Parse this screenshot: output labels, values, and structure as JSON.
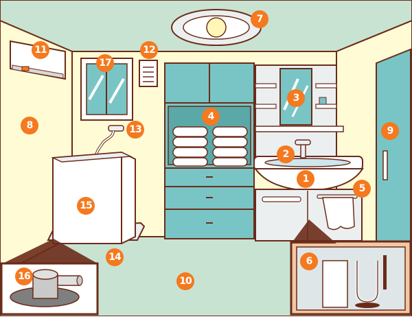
{
  "colors": {
    "wall": "#fffbd5",
    "ceiling_floor": "#c8e3d2",
    "cabinet": "#79c5c5",
    "cabinet_dark": "#5aa8a8",
    "outline": "#6b2b1a",
    "badge": "#f4791f",
    "badge_text": "#ffffff",
    "door": "#79c5c5",
    "white": "#ffffff",
    "inset_bg": "#f3c7a3"
  },
  "callouts": {
    "sink": "1",
    "faucet": "2",
    "mirror": "3",
    "towel_shelf": "4",
    "towel_bar": "5",
    "under_sink_plumbing": "6",
    "ceiling_light": "7",
    "wall": "8",
    "door": "9",
    "floor": "10",
    "air_conditioner": "11",
    "ventilation_fan": "12",
    "washer_faucet": "13",
    "washer_pan": "14",
    "washing_machine": "15",
    "floor_drain": "16",
    "window": "17"
  }
}
